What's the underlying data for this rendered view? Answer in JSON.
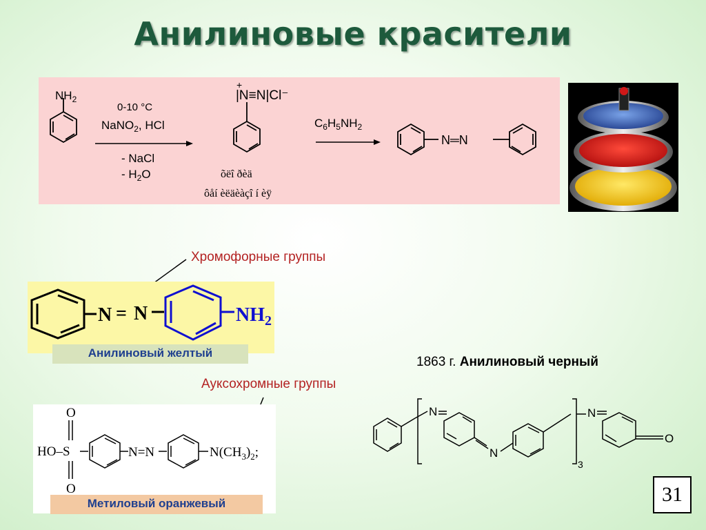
{
  "slide": {
    "title": "Анилиновые красители",
    "slide_number": "31"
  },
  "reaction": {
    "reactant_group": "NH2",
    "condition_temp": "0-10 °C",
    "condition_reagents": "NaNO2, HCl",
    "byproduct_1": "- NaCl",
    "byproduct_2": "- H2O",
    "diazonium_label": "|N≡N|Cl⁻",
    "charge": "+",
    "garbled_line_1": "õëî ðèä",
    "garbled_line_2": "ôåí èëäèàçî í èÿ",
    "second_reagent": "C6H5NH2",
    "product_bridge": "N═N"
  },
  "labels": {
    "chromophore_groups": "Хромофорные группы",
    "auxochrome_groups": "Ауксохромные группы",
    "aniline_yellow": "Анилиновый  желтый",
    "aniline_black_year": "1863 г.",
    "aniline_black_name": "Анилиновый черный",
    "methyl_orange": "Метиловый оранжевый"
  },
  "aniline_yellow_formula": {
    "n1": "N",
    "eq": "=",
    "n2": "N",
    "amino": "NH2"
  },
  "methyl_orange_formula": {
    "o_top": "O",
    "o_bottom": "O",
    "acid": "HO–S",
    "azo": "N=N",
    "dimethylamino": "N(CH3)2;"
  },
  "aniline_black_formula": {
    "n_left": "N",
    "n_mid": "N",
    "n_right": "N",
    "oxygen": "O",
    "repeat": "3"
  },
  "colors": {
    "title": "#1d5a3c",
    "reaction_bg": "#fbd3d3",
    "yellow_box": "#fcf7a6",
    "group_label": "#b32222",
    "dye_label": "#1f3f8f",
    "amino_blue": "#1010d0"
  }
}
